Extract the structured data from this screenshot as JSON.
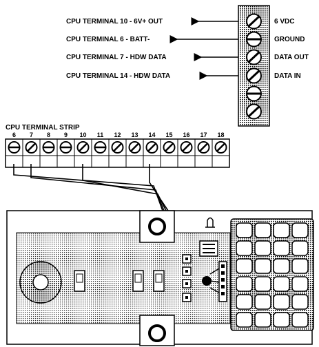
{
  "cpu_connections": [
    {
      "label": "CPU TERMINAL 10 - 6V+ OUT",
      "terminal_label": "6 VDC"
    },
    {
      "label": "CPU TERMINAL 6 - BATT-",
      "terminal_label": "GROUND"
    },
    {
      "label": "CPU TERMINAL 7 - HDW DATA",
      "terminal_label": "DATA OUT"
    },
    {
      "label": "CPU TERMINAL 14 - HDW DATA",
      "terminal_label": "DATA IN"
    }
  ],
  "terminal_strip": {
    "title": "CPU TERMINAL STRIP",
    "numbers": [
      "6",
      "7",
      "8",
      "9",
      "10",
      "11",
      "12",
      "13",
      "14",
      "15",
      "16",
      "17",
      "18"
    ]
  }
}
